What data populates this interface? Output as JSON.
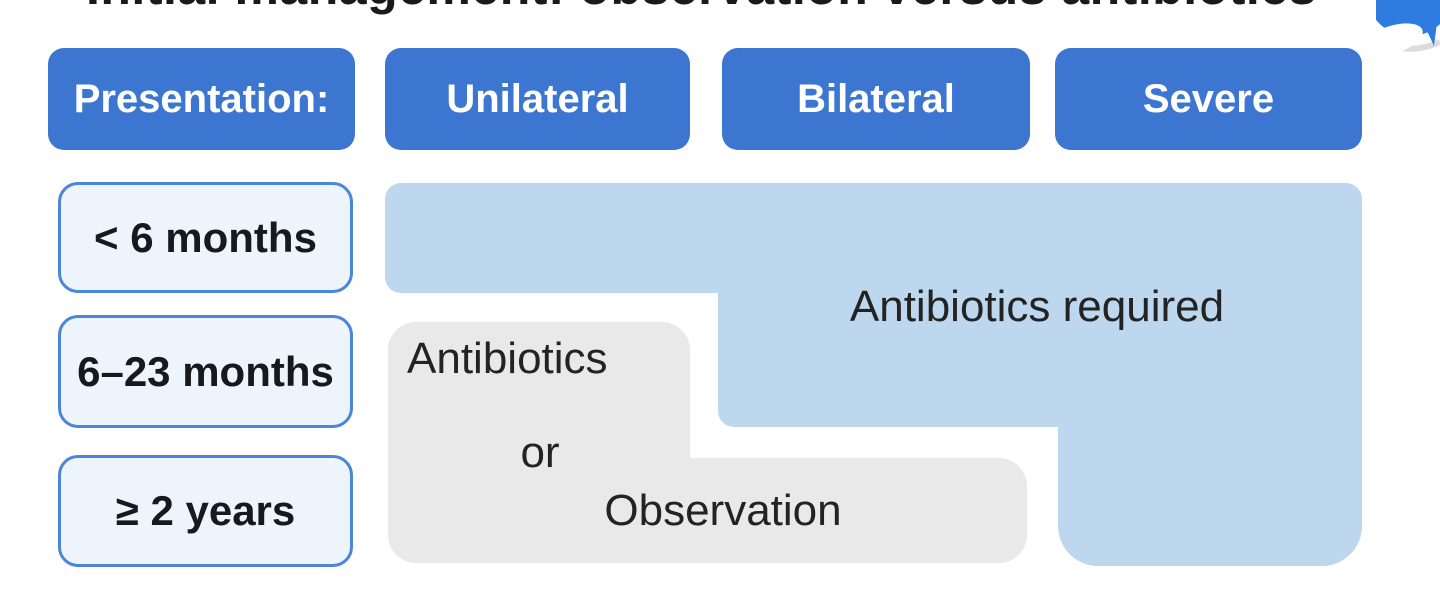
{
  "title": {
    "text": "Initial management: observation versus antibiotics"
  },
  "header": {
    "row_label": "Presentation:",
    "columns": [
      "Unilateral",
      "Bilateral",
      "Severe"
    ]
  },
  "age_groups": [
    "< 6 months",
    "6–23 months",
    "≥ 2 years"
  ],
  "cells": {
    "antibiotics_required": "Antibiotics required",
    "antibiotics": "Antibiotics",
    "or": "or",
    "observation": "Observation"
  },
  "matrix": {
    "rows": [
      "< 6 months",
      "6–23 months",
      "≥ 2 years"
    ],
    "columns": [
      "Unilateral",
      "Bilateral",
      "Severe"
    ],
    "values": [
      [
        "Antibiotics required",
        "Antibiotics required",
        "Antibiotics required"
      ],
      [
        "Antibiotics or Observation",
        "Antibiotics required",
        "Antibiotics required"
      ],
      [
        "Antibiotics or Observation",
        "Antibiotics or Observation",
        "Antibiotics required"
      ]
    ]
  },
  "colors": {
    "header_blue": "#3d76d1",
    "pale_blue": "#bdd7ef",
    "gray": "#e9e9e9",
    "age_box_bg": "#eef4fb",
    "age_box_border": "#4b86d8",
    "logo_blue": "#2e7ce0",
    "text_dark": "#232323"
  },
  "icons": {
    "logo": "blue-circle-logo"
  }
}
